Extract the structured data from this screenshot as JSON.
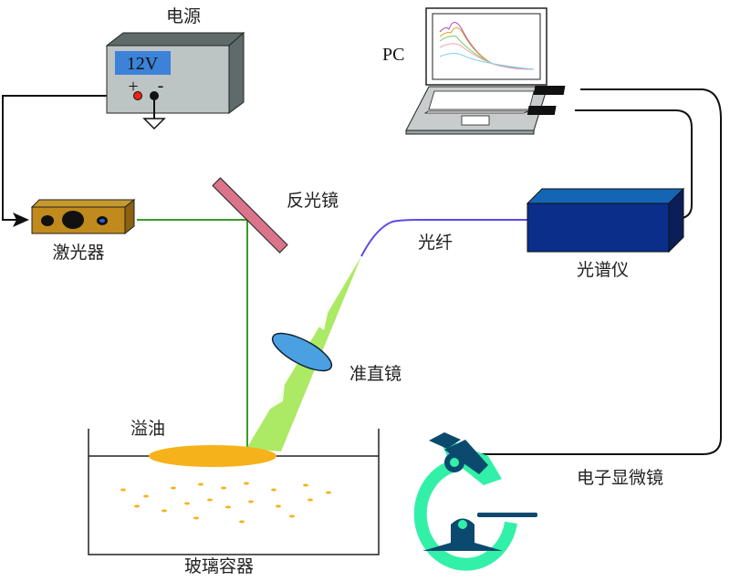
{
  "labels": {
    "power_supply": "电源",
    "voltage": "12V",
    "plus": "+",
    "minus": "-",
    "pc": "PC",
    "mirror": "反光镜",
    "laser": "激光器",
    "fiber": "光纤",
    "spectrometer": "光谱仪",
    "collimator": "准直镜",
    "oil_spill": "溢油",
    "microscope": "电子显微镜",
    "container": "玻璃容器"
  },
  "colors": {
    "laser_beam": "#3a9a2a",
    "cone": "#a8e85c",
    "mirror": "#d9748a",
    "lens": "#4aa0e0",
    "fiber": "#5a4ae8",
    "spectrometer": "#0a2e8a",
    "oil": "#f5b21a",
    "display": "#3c82d8",
    "microscope_dark": "#0b4a6e",
    "microscope_light": "#33f0a8"
  }
}
